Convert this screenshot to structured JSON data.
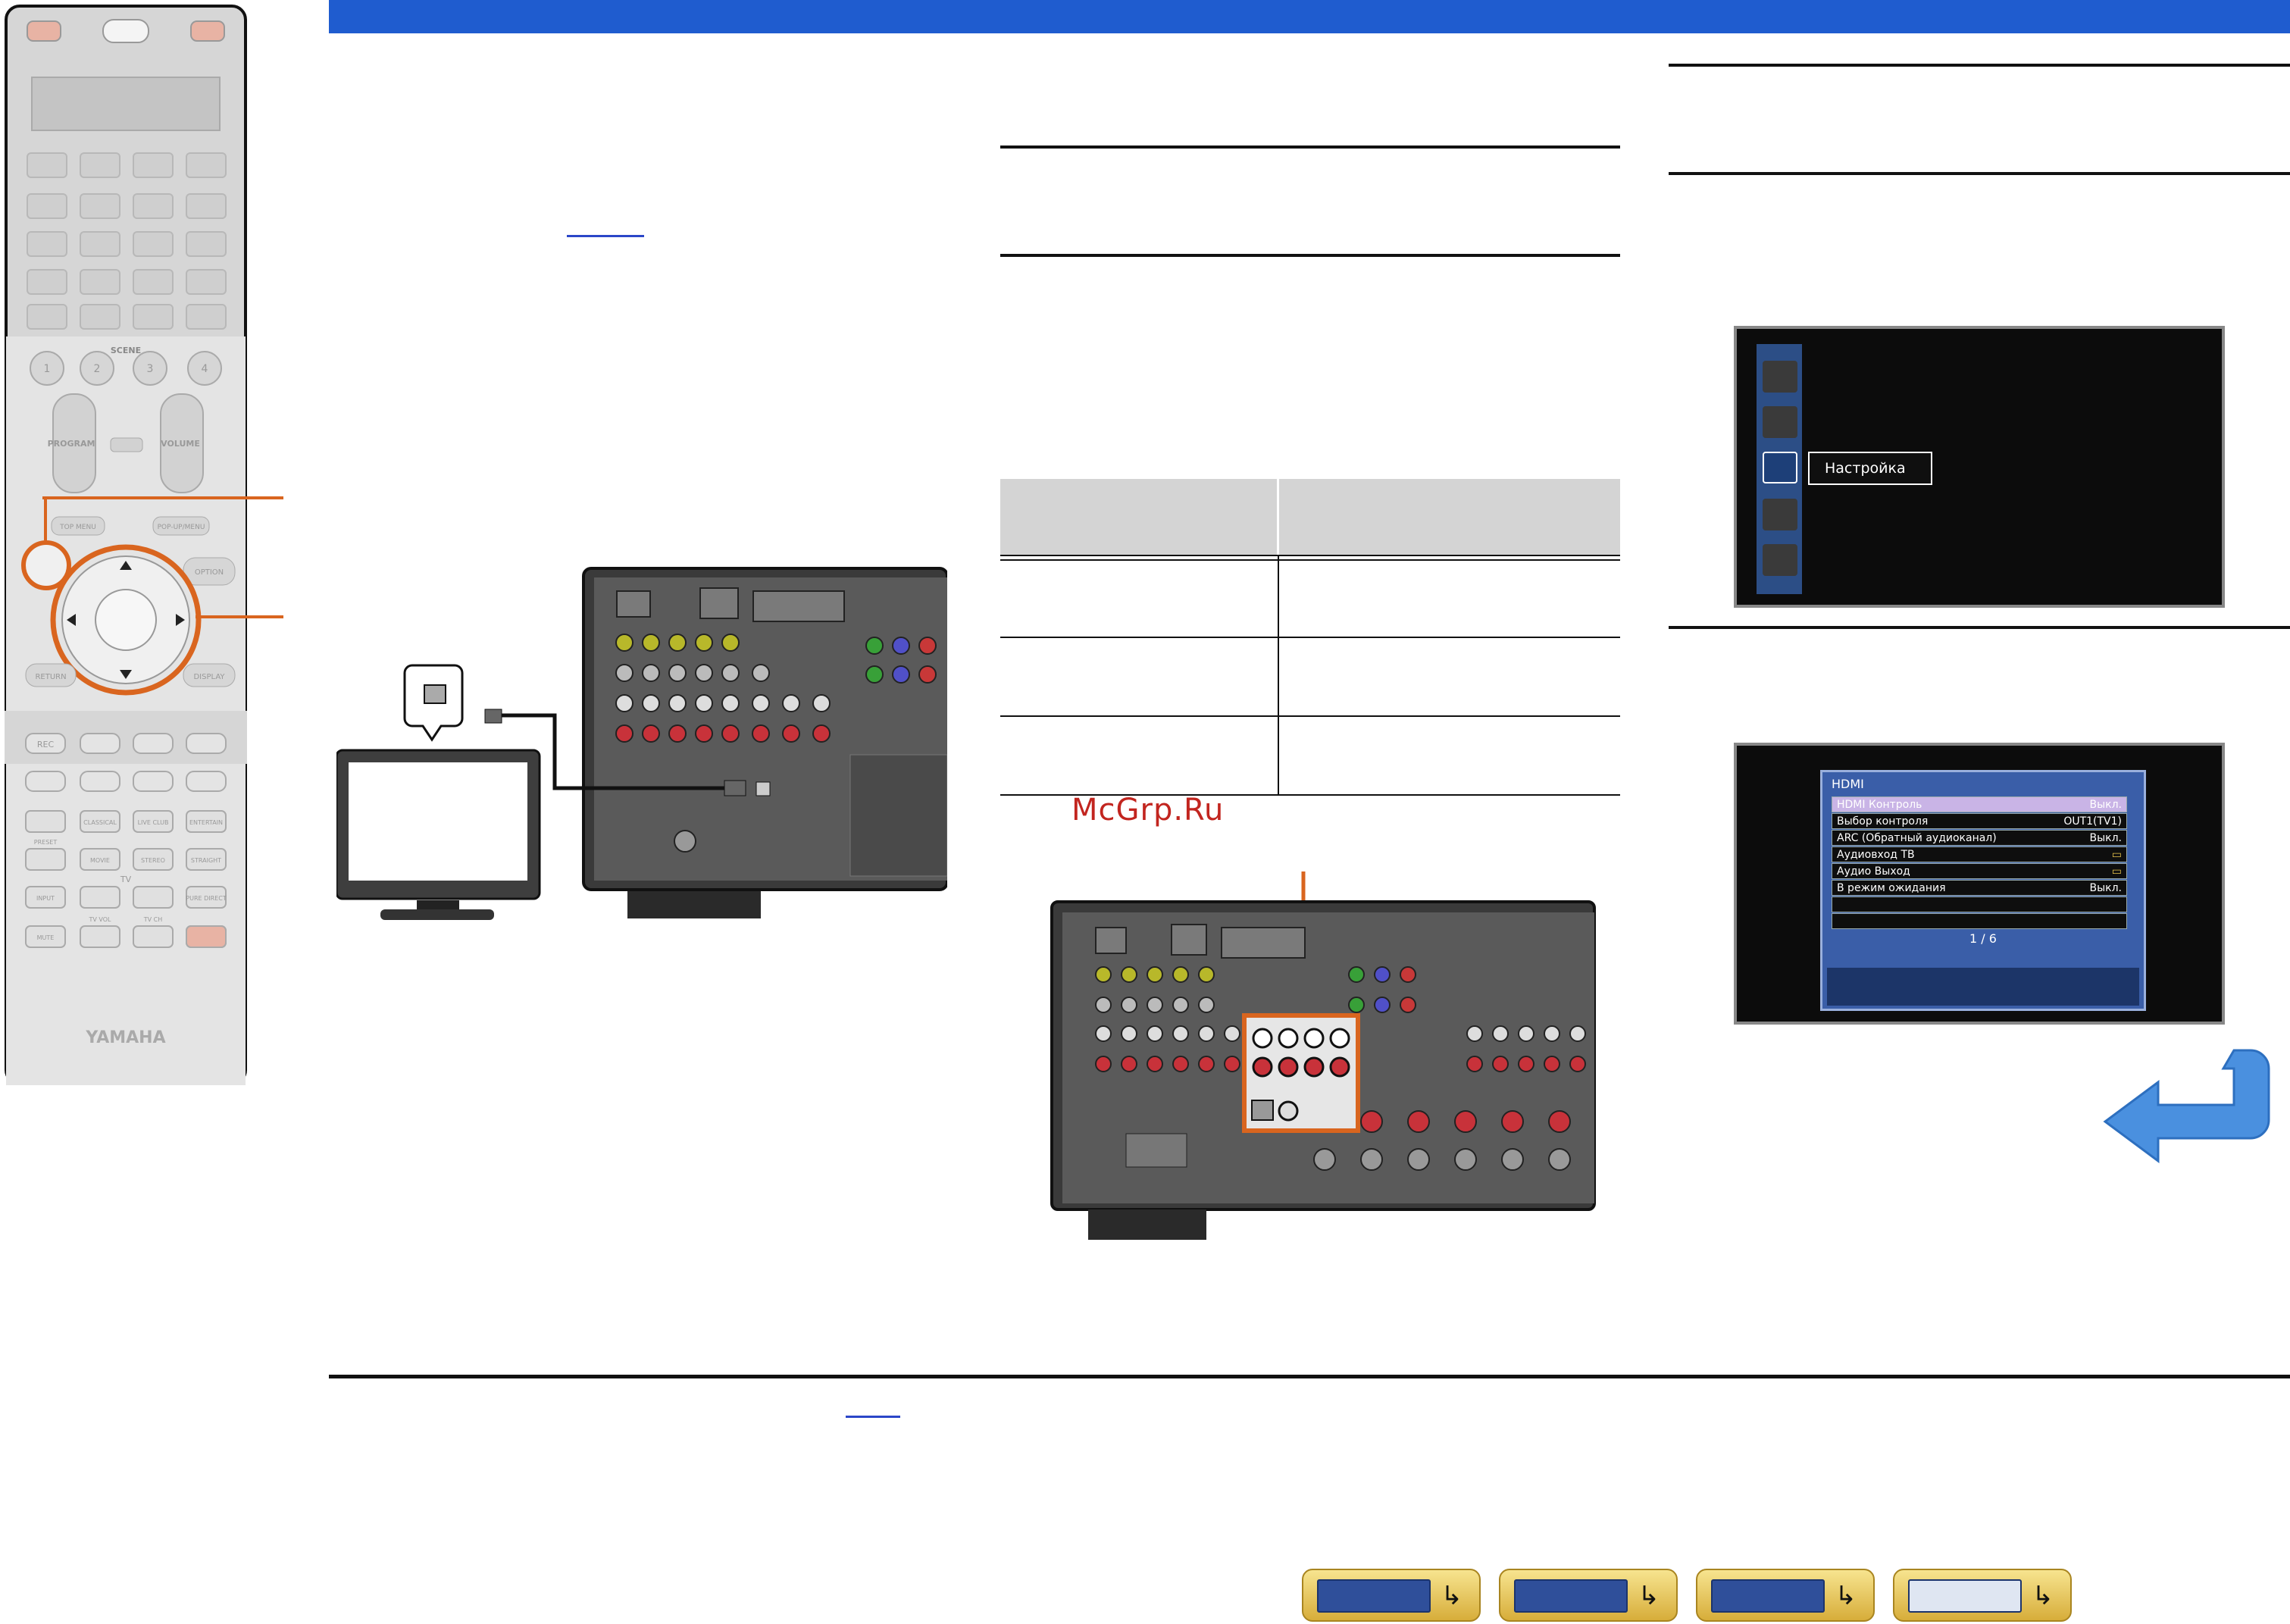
{
  "osd_menu": {
    "selected_label": "Настройка"
  },
  "osd_hdmi": {
    "title": "HDMI",
    "rows": [
      {
        "label": "HDMI Контроль",
        "value": "Выкл."
      },
      {
        "label": "Выбор контроля",
        "value": "OUT1(TV1)"
      },
      {
        "label": "ARC (Обратный аудиоканал)",
        "value": "Выкл."
      },
      {
        "label": "Аудиовход ТВ",
        "value": "▭"
      },
      {
        "label": "Аудио Выход",
        "value": "▭"
      },
      {
        "label": "В режим ожидания",
        "value": "Выкл."
      }
    ],
    "page": "1 / 6"
  },
  "remote": {
    "scene_label": "SCENE",
    "scene_buttons": [
      "1",
      "2",
      "3",
      "4"
    ],
    "program_label": "PROGRAM",
    "volume_label": "VOLUME",
    "top_menu": "TOP MENU",
    "popup_menu": "POP-UP/MENU",
    "option": "OPTION",
    "return": "RETURN",
    "display": "DISPLAY",
    "rec": "REC",
    "mode_buttons": [
      "CLASSICAL",
      "LIVE CLUB",
      "ENTERTAIN",
      "MOVIE",
      "STEREO",
      "STRAIGHT"
    ],
    "preset_label": "PRESET",
    "tv_label": "TV",
    "input": "INPUT",
    "tv_vol": "TV VOL",
    "tv_ch": "TV CH",
    "pure_direct": "PURE DIRECT",
    "mute": "MUTE",
    "brand": "YAMAHA"
  },
  "watermark": "McGrp.Ru",
  "nav": {
    "icons": [
      "receiver-front-icon",
      "receiver-rear-icon",
      "remote-keypad-icon",
      "remote-control-icon"
    ],
    "arrow_glyph": "↳"
  },
  "colors": {
    "header_blue": "#1f5ccf",
    "accent_orange": "#d9651f",
    "link_blue": "#2b46c8"
  }
}
